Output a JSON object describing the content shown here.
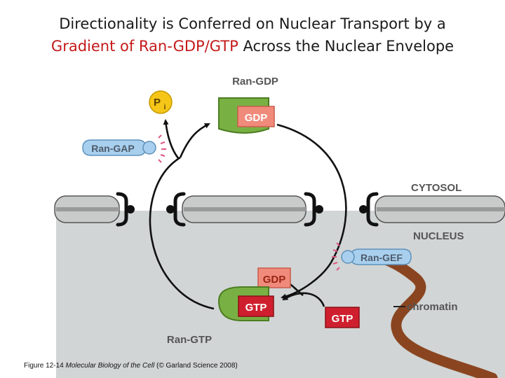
{
  "title": {
    "line1": "Directionality is Conferred on Nuclear Transport by a",
    "line2_red": "Gradient of Ran-GDP/GTP",
    "line2_rest": " Across the Nuclear Envelope"
  },
  "labels": {
    "ran_gdp": "Ran-GDP",
    "ran_gtp": "Ran-GTP",
    "gdp_top": "GDP",
    "gdp_mid": "GDP",
    "gtp_bound": "GTP",
    "gtp_free": "GTP",
    "ran_gap": "Ran-GAP",
    "ran_gef": "Ran-GEF",
    "pi_main": "P",
    "pi_sub": "i",
    "cytosol": "CYTOSOL",
    "nucleus": "NUCLEUS",
    "chromatin": "chromatin"
  },
  "caption": {
    "prefix": "Figure 12-14 ",
    "book": "Molecular Biology of the Cell",
    "suffix": " (© Garland Science 2008)"
  },
  "colors": {
    "title_red": "#c41a1a",
    "ran_green": "#79b043",
    "gdp_salmon": "#f08a7a",
    "gtp_red": "#cf1f2e",
    "nucleus_gray": "#d1d5d5",
    "pi_yellow": "#f5c518",
    "gap_blue": "#a8d0ee",
    "chromatin_brown": "#8a4520"
  }
}
